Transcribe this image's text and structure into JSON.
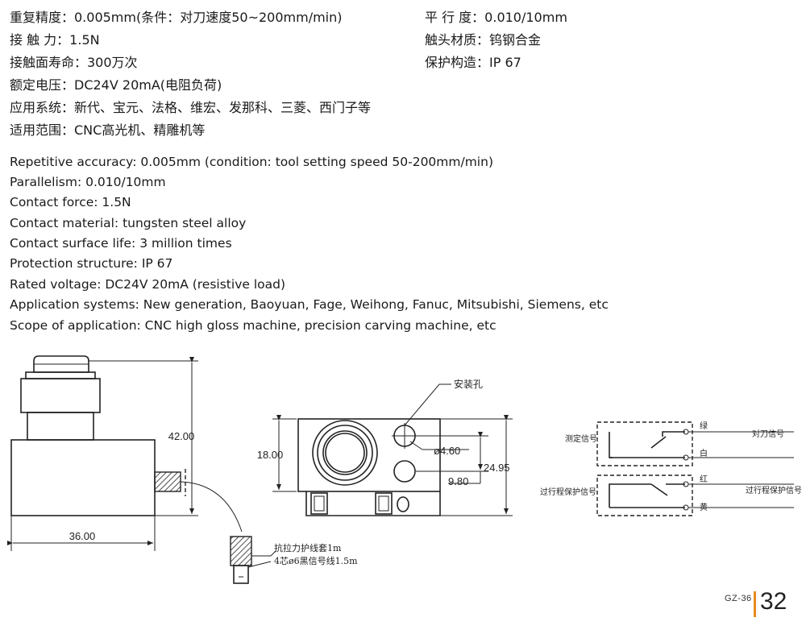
{
  "specs_cn_left": [
    "重复精度：0.005mm(条件：对刀速度50~200mm/min)",
    "接 触 力：1.5N",
    "接触面寿命：300万次",
    "额定电压：DC24V 20mA(电阻负荷)",
    "应用系统：新代、宝元、法格、维宏、发那科、三菱、西门子等",
    "适用范围：CNC高光机、精雕机等"
  ],
  "specs_cn_right": [
    "平 行 度：0.010/10mm",
    "触头材质：钨钢合金",
    "保护构造：IP 67"
  ],
  "specs_en": [
    "Repetitive accuracy: 0.005mm (condition: tool setting speed 50-200mm/min)",
    "Parallelism: 0.010/10mm",
    "Contact force: 1.5N",
    "Contact material: tungsten steel alloy",
    "Contact surface life: 3 million times",
    "Protection structure: IP 67",
    "Rated voltage: DC24V 20mA (resistive load)",
    "Application systems: New generation, Baoyuan, Fage, Weihong, Fanuc, Mitsubishi, Siemens, etc",
    "Scope of application: CNC high gloss machine, precision carving machine, etc"
  ],
  "side_view": {
    "dim_height": "42.00",
    "dim_width": "36.00",
    "cable_note_1": "抗拉力护线套1m",
    "cable_note_2": "4芯ø6黑信号线1.5m"
  },
  "top_view": {
    "mount_hole_label": "安装孔",
    "dim_height": "18.00",
    "dim_hole_dia": "ø4.60",
    "dim_hole_pitch": "9.80",
    "dim_total": "24.95"
  },
  "wiring": {
    "measure_signal": "测定信号",
    "tool_signal": "对刀信号",
    "overtravel_signal_left": "过行程保护信号",
    "overtravel_signal_right": "过行程保护信号",
    "wire_green": "绿",
    "wire_white": "白",
    "wire_red": "红",
    "wire_yellow": "黄"
  },
  "footer": {
    "code": "GZ-36",
    "page": "32",
    "accent": "#e8891c"
  }
}
